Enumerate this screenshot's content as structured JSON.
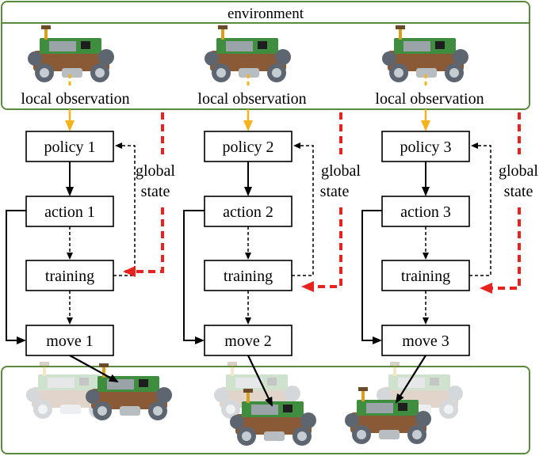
{
  "environment_label": "environment",
  "columns": [
    {
      "observation": "local observation",
      "policy": "policy 1",
      "action": "action 1",
      "training": "training",
      "move": "move 1"
    },
    {
      "observation": "local observation",
      "policy": "policy 2",
      "action": "action 2",
      "training": "training",
      "move": "move 2"
    },
    {
      "observation": "local observation",
      "policy": "policy 3",
      "action": "action 3",
      "training": "training",
      "move": "move 3"
    }
  ],
  "global_state": {
    "line1": "global",
    "line2": "state"
  },
  "colors": {
    "frame_green": "#5a8a3c",
    "observation_arrow": "#f5b21b",
    "global_state_arrow": "#e8231f",
    "robot_board": "#3f8d3f",
    "robot_chassis": "#8a5a36",
    "robot_wheel": "#5d6670"
  },
  "icons": [
    "robot-icon"
  ]
}
